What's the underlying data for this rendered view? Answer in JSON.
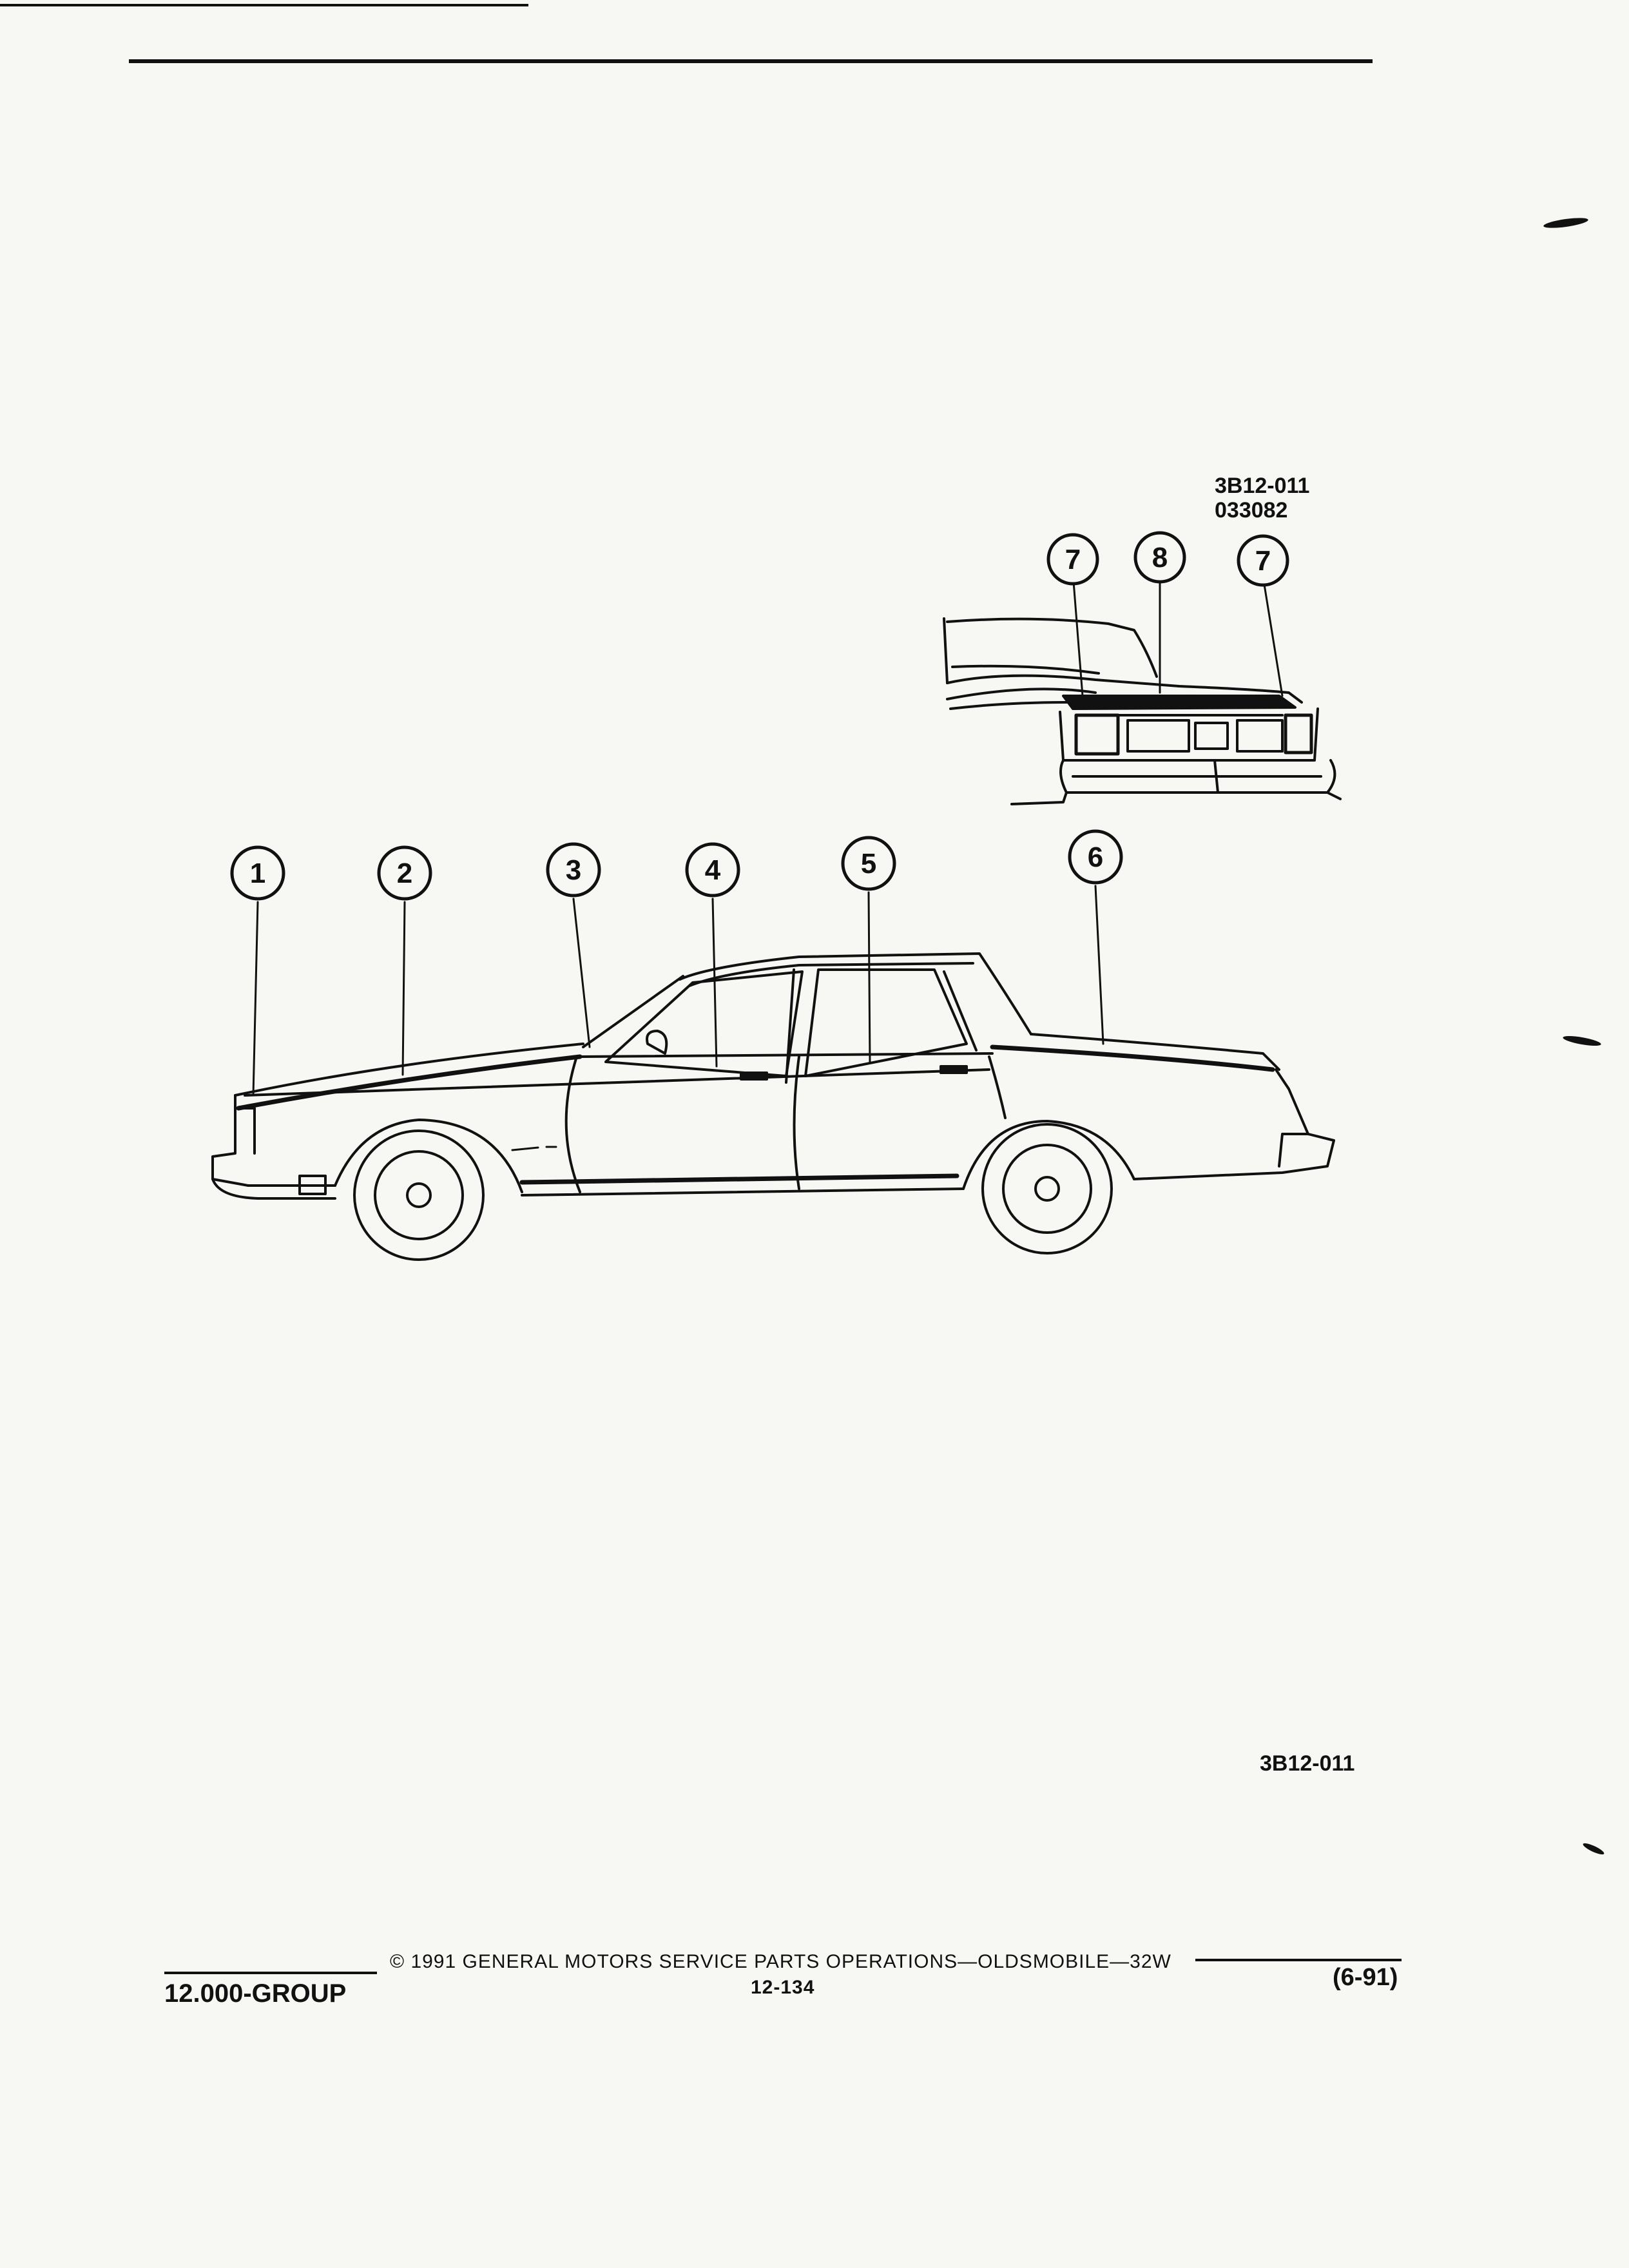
{
  "insert_figure": {
    "code": "3B12-011",
    "number": "033082"
  },
  "main_figure": {
    "code": "3B12-011"
  },
  "callouts": [
    "1",
    "2",
    "3",
    "4",
    "5",
    "6",
    "7",
    "8",
    "7"
  ],
  "footer": {
    "copyright": "© 1991 GENERAL MOTORS SERVICE PARTS OPERATIONS—OLDSMOBILE—32W",
    "page_number": "12-134",
    "group": "12.000-GROUP",
    "revision": "(6-91)"
  }
}
